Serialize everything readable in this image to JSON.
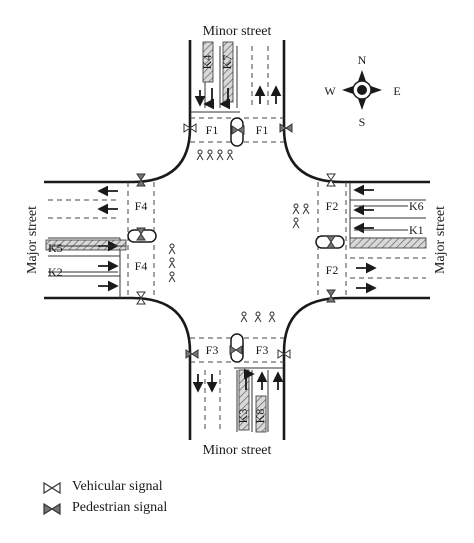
{
  "streets": {
    "minor_top": "Minor street",
    "minor_bottom": "Minor street",
    "major_left": "Major street",
    "major_right": "Major street"
  },
  "compass": {
    "n": "N",
    "s": "S",
    "e": "E",
    "w": "W"
  },
  "detectors": {
    "k1": "K1",
    "k2": "K2",
    "k3": "K3",
    "k4": "K4",
    "k5": "K5",
    "k6": "K6",
    "k7": "K7",
    "k8": "K8"
  },
  "phases": {
    "f1_left": "F1",
    "f1_right": "F1",
    "f2_top": "F2",
    "f2_bottom": "F2",
    "f3_left": "F3",
    "f3_right": "F3",
    "f4_top": "F4",
    "f4_bottom": "F4"
  },
  "legend": {
    "vehicular": "Vehicular signal",
    "pedestrian": "Pedestrian signal"
  },
  "colors": {
    "line": "#1a1a1a",
    "hatch": "#9a9a9a"
  }
}
